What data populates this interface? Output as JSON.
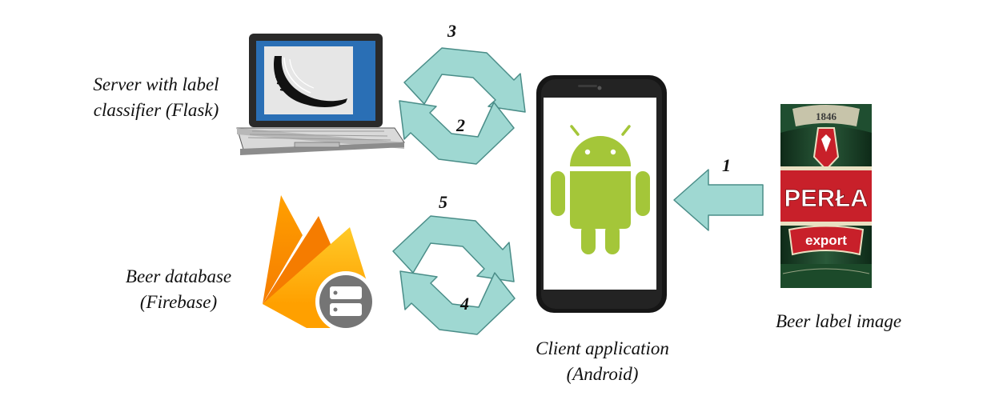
{
  "labels": {
    "server_line1": "Server with label",
    "server_line2": "classifier (Flask)",
    "db_line1": "Beer database",
    "db_line2": "(Firebase)",
    "client_line1": "Client application",
    "client_line2": "(Android)",
    "image_label": "Beer label image"
  },
  "steps": [
    "1",
    "2",
    "3",
    "4",
    "5"
  ],
  "bottle_label": {
    "brand": "PERŁA",
    "variant": "export",
    "year": "1846"
  },
  "colors": {
    "arrow_fill": "#9fd8d2",
    "arrow_stroke": "#4a8d88",
    "android_green": "#a4c639",
    "bottle_red": "#c8202a",
    "bottle_green": "#1c4a2a"
  }
}
